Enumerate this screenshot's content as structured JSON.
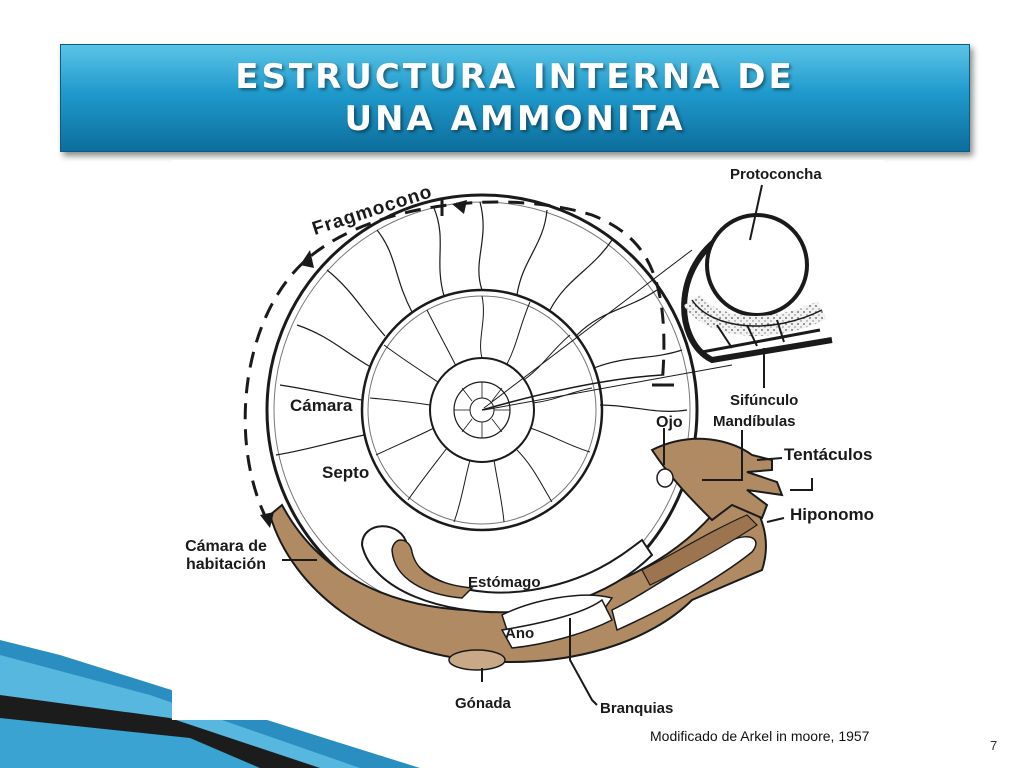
{
  "slide": {
    "title": "ESTRUCTURA INTERNA DE UNA AMMONITA",
    "caption": "Modificado de Arkel in moore, 1957",
    "page_number": "7"
  },
  "diagram": {
    "labels": {
      "fragmocono": "Fragmocono",
      "protoconcha": "Protoconcha",
      "camara": "Cámara",
      "septo": "Septo",
      "camara_habitacion_1": "Cámara de",
      "camara_habitacion_2": "habitación",
      "sifunculo": "Sifúnculo",
      "ojo": "Ojo",
      "mandibulas": "Mandíbulas",
      "tentaculos": "Tentáculos",
      "hiponomo": "Hiponomo",
      "estomago": "Estómago",
      "ano": "Ano",
      "gonada": "Gónada",
      "branquias": "Branquias"
    },
    "colors": {
      "body_tissue": "#b08a62",
      "title_bar": "#1f9acc",
      "outline": "#1a1a1a"
    }
  }
}
